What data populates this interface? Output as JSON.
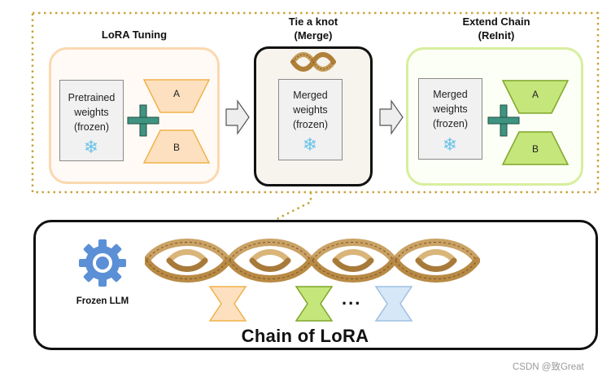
{
  "stages": [
    {
      "title": "LoRA Tuning",
      "weights_label": "Pretrained\nweights\n(frozen)",
      "a_label": "A",
      "b_label": "B",
      "color": "#fbd8b0"
    },
    {
      "title": "Tie a knot\n(Merge)",
      "weights_label": "Merged\nweights\n(frozen)",
      "color": "#111111"
    },
    {
      "title": "Extend Chain\n(ReInit)",
      "weights_label": "Merged\nweights\n(frozen)",
      "a_label": "A",
      "b_label": "B",
      "color": "#d7ee9e"
    }
  ],
  "bottom": {
    "frozen_llm_label": "Frozen LLM",
    "ellipsis": "...",
    "chain_title": "Chain of LoRA"
  },
  "watermark": "CSDN @致Great",
  "colors": {
    "orange_fill": "#fde0bf",
    "orange_stroke": "#f0b24a",
    "green_fill": "#c4e67a",
    "green_stroke": "#7fa52a",
    "blue_fill": "#d6e7f7",
    "blue_stroke": "#9ec0e4",
    "plus": "#3e9481",
    "dotted_border": "#c9a43c",
    "gear": "#5b8fd6",
    "snowflake": "#6cc3e8"
  }
}
